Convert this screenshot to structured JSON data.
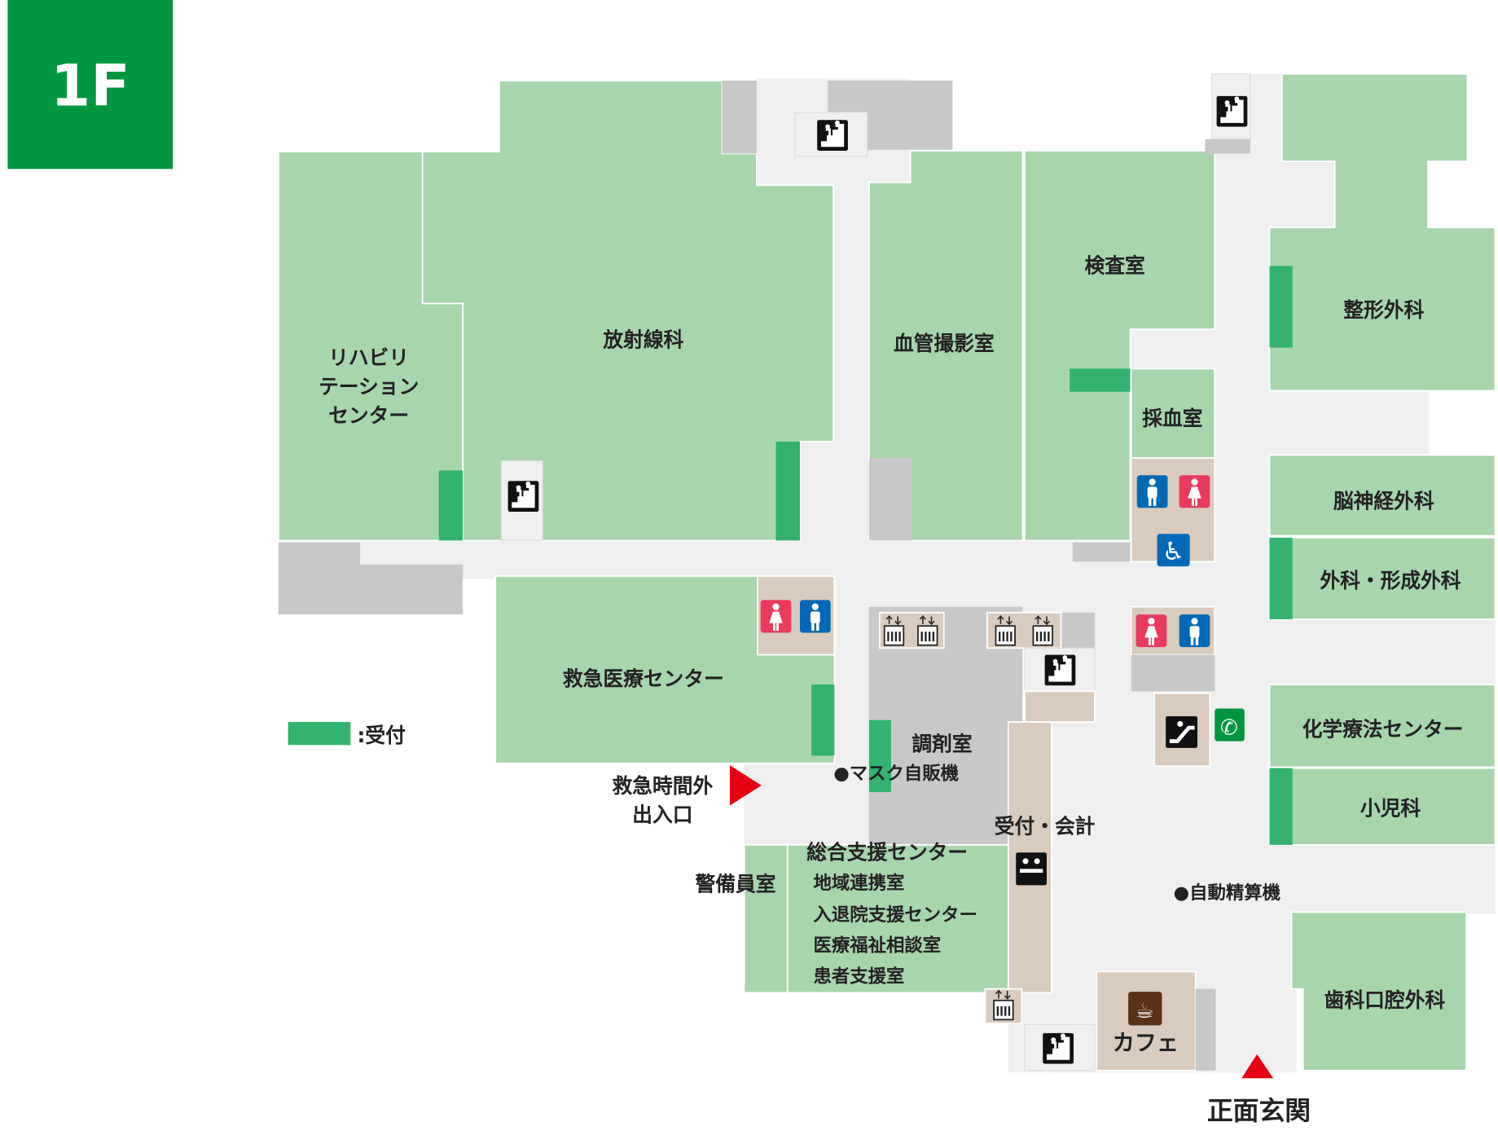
{
  "floor": {
    "label": "1F",
    "color": "#00963f"
  },
  "legend": {
    "reception_label": ":受付",
    "reception_color": "#33b36f"
  },
  "colors": {
    "room": "#a7d5ac",
    "corridor": "#eeefee",
    "restricted": "#c8c8c8",
    "facility": "#d9cbbd",
    "entrance_marker": "#e60012"
  },
  "rooms": {
    "rehab": [
      "リハビリ",
      "テーション",
      "センター"
    ],
    "radiology": "放射線科",
    "angiography": "血管撮影室",
    "laboratory": "検査室",
    "blood_draw": "採血室",
    "orthopedics": "整形外科",
    "neurosurgery": "脳神経外科",
    "surgery": "外科・形成外科",
    "chemo": "化学療法センター",
    "pediatrics": "小児科",
    "emergency": "救急医療センター",
    "pharmacy": "調剤室",
    "mask_vending": "●マスク自販機",
    "reception_billing": "受付・会計",
    "support_center": {
      "title": "総合支援センター",
      "items": [
        "地域連携室",
        "入退院支援センター",
        "医療福祉相談室",
        "患者支援室"
      ]
    },
    "security": "警備員室",
    "auto_payment": "●自動精算機",
    "dental": "歯科口腔外科",
    "cafe": "カフェ"
  },
  "entrances": {
    "after_hours": [
      "救急時間外",
      "出入口"
    ],
    "main": "正面玄関"
  },
  "icons": [
    "stairs-icon",
    "toilet-male-icon",
    "toilet-female-icon",
    "wheelchair-icon",
    "elevator-icon",
    "escalator-icon",
    "phone-icon",
    "cafe-icon",
    "reception-desk-icon"
  ]
}
